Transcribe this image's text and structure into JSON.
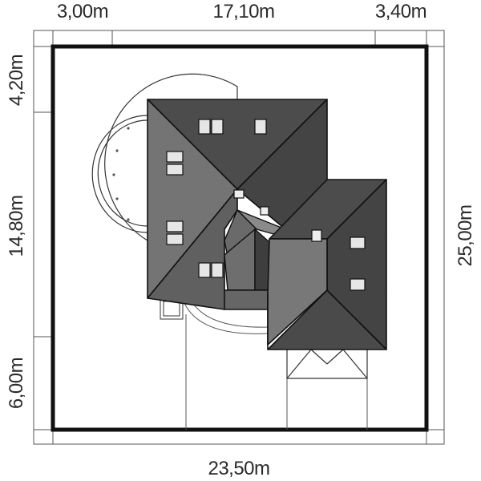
{
  "dimensions": {
    "top_left": "3,00m",
    "top_middle": "17,10m",
    "top_right": "3,40m",
    "left_top": "4,20m",
    "left_middle": "14,80m",
    "left_bottom": "6,00m",
    "right": "25,00m",
    "bottom": "23,50m"
  },
  "colors": {
    "plot_border": "#111111",
    "roof_dark": "#4a4a4a",
    "roof_mid": "#5e5e5e",
    "roof_light": "#737373",
    "outline": "#111111",
    "skylight": "#e6e6e6",
    "thin_line": "#555555"
  }
}
